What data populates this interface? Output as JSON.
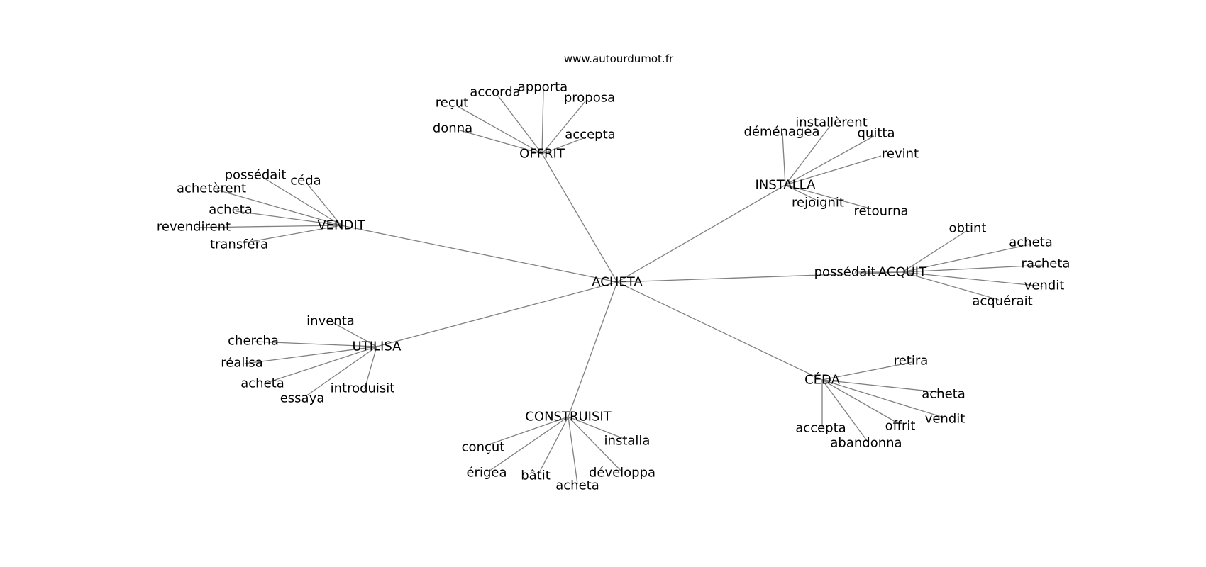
{
  "source_label": "www.autourdumot.fr",
  "graph": {
    "center": "ACHETA",
    "clusters": [
      {
        "word": "OFFRIT",
        "children": [
          "donna",
          "reçut",
          "accorda",
          "apporta",
          "proposa",
          "accepta"
        ]
      },
      {
        "word": "INSTALLA",
        "children": [
          "déménagea",
          "installèrent",
          "quitta",
          "revint",
          "rejoignit",
          "retourna"
        ]
      },
      {
        "word": "VENDIT",
        "children": [
          "possédait",
          "céda",
          "achetèrent",
          "acheta",
          "revendirent",
          "transféra"
        ]
      },
      {
        "word": "ACQUIT",
        "children": [
          "possédait",
          "obtint",
          "acheta",
          "racheta",
          "vendit",
          "acquérait"
        ]
      },
      {
        "word": "UTILISA",
        "children": [
          "inventa",
          "chercha",
          "réalisa",
          "acheta",
          "essaya",
          "introduisit"
        ]
      },
      {
        "word": "CÉDA",
        "children": [
          "retira",
          "acheta",
          "vendit",
          "offrit",
          "accepta",
          "abandonna"
        ]
      },
      {
        "word": "CONSTRUISIT",
        "children": [
          "installa",
          "conçut",
          "érigea",
          "bâtit",
          "acheta",
          "développa"
        ]
      }
    ]
  }
}
